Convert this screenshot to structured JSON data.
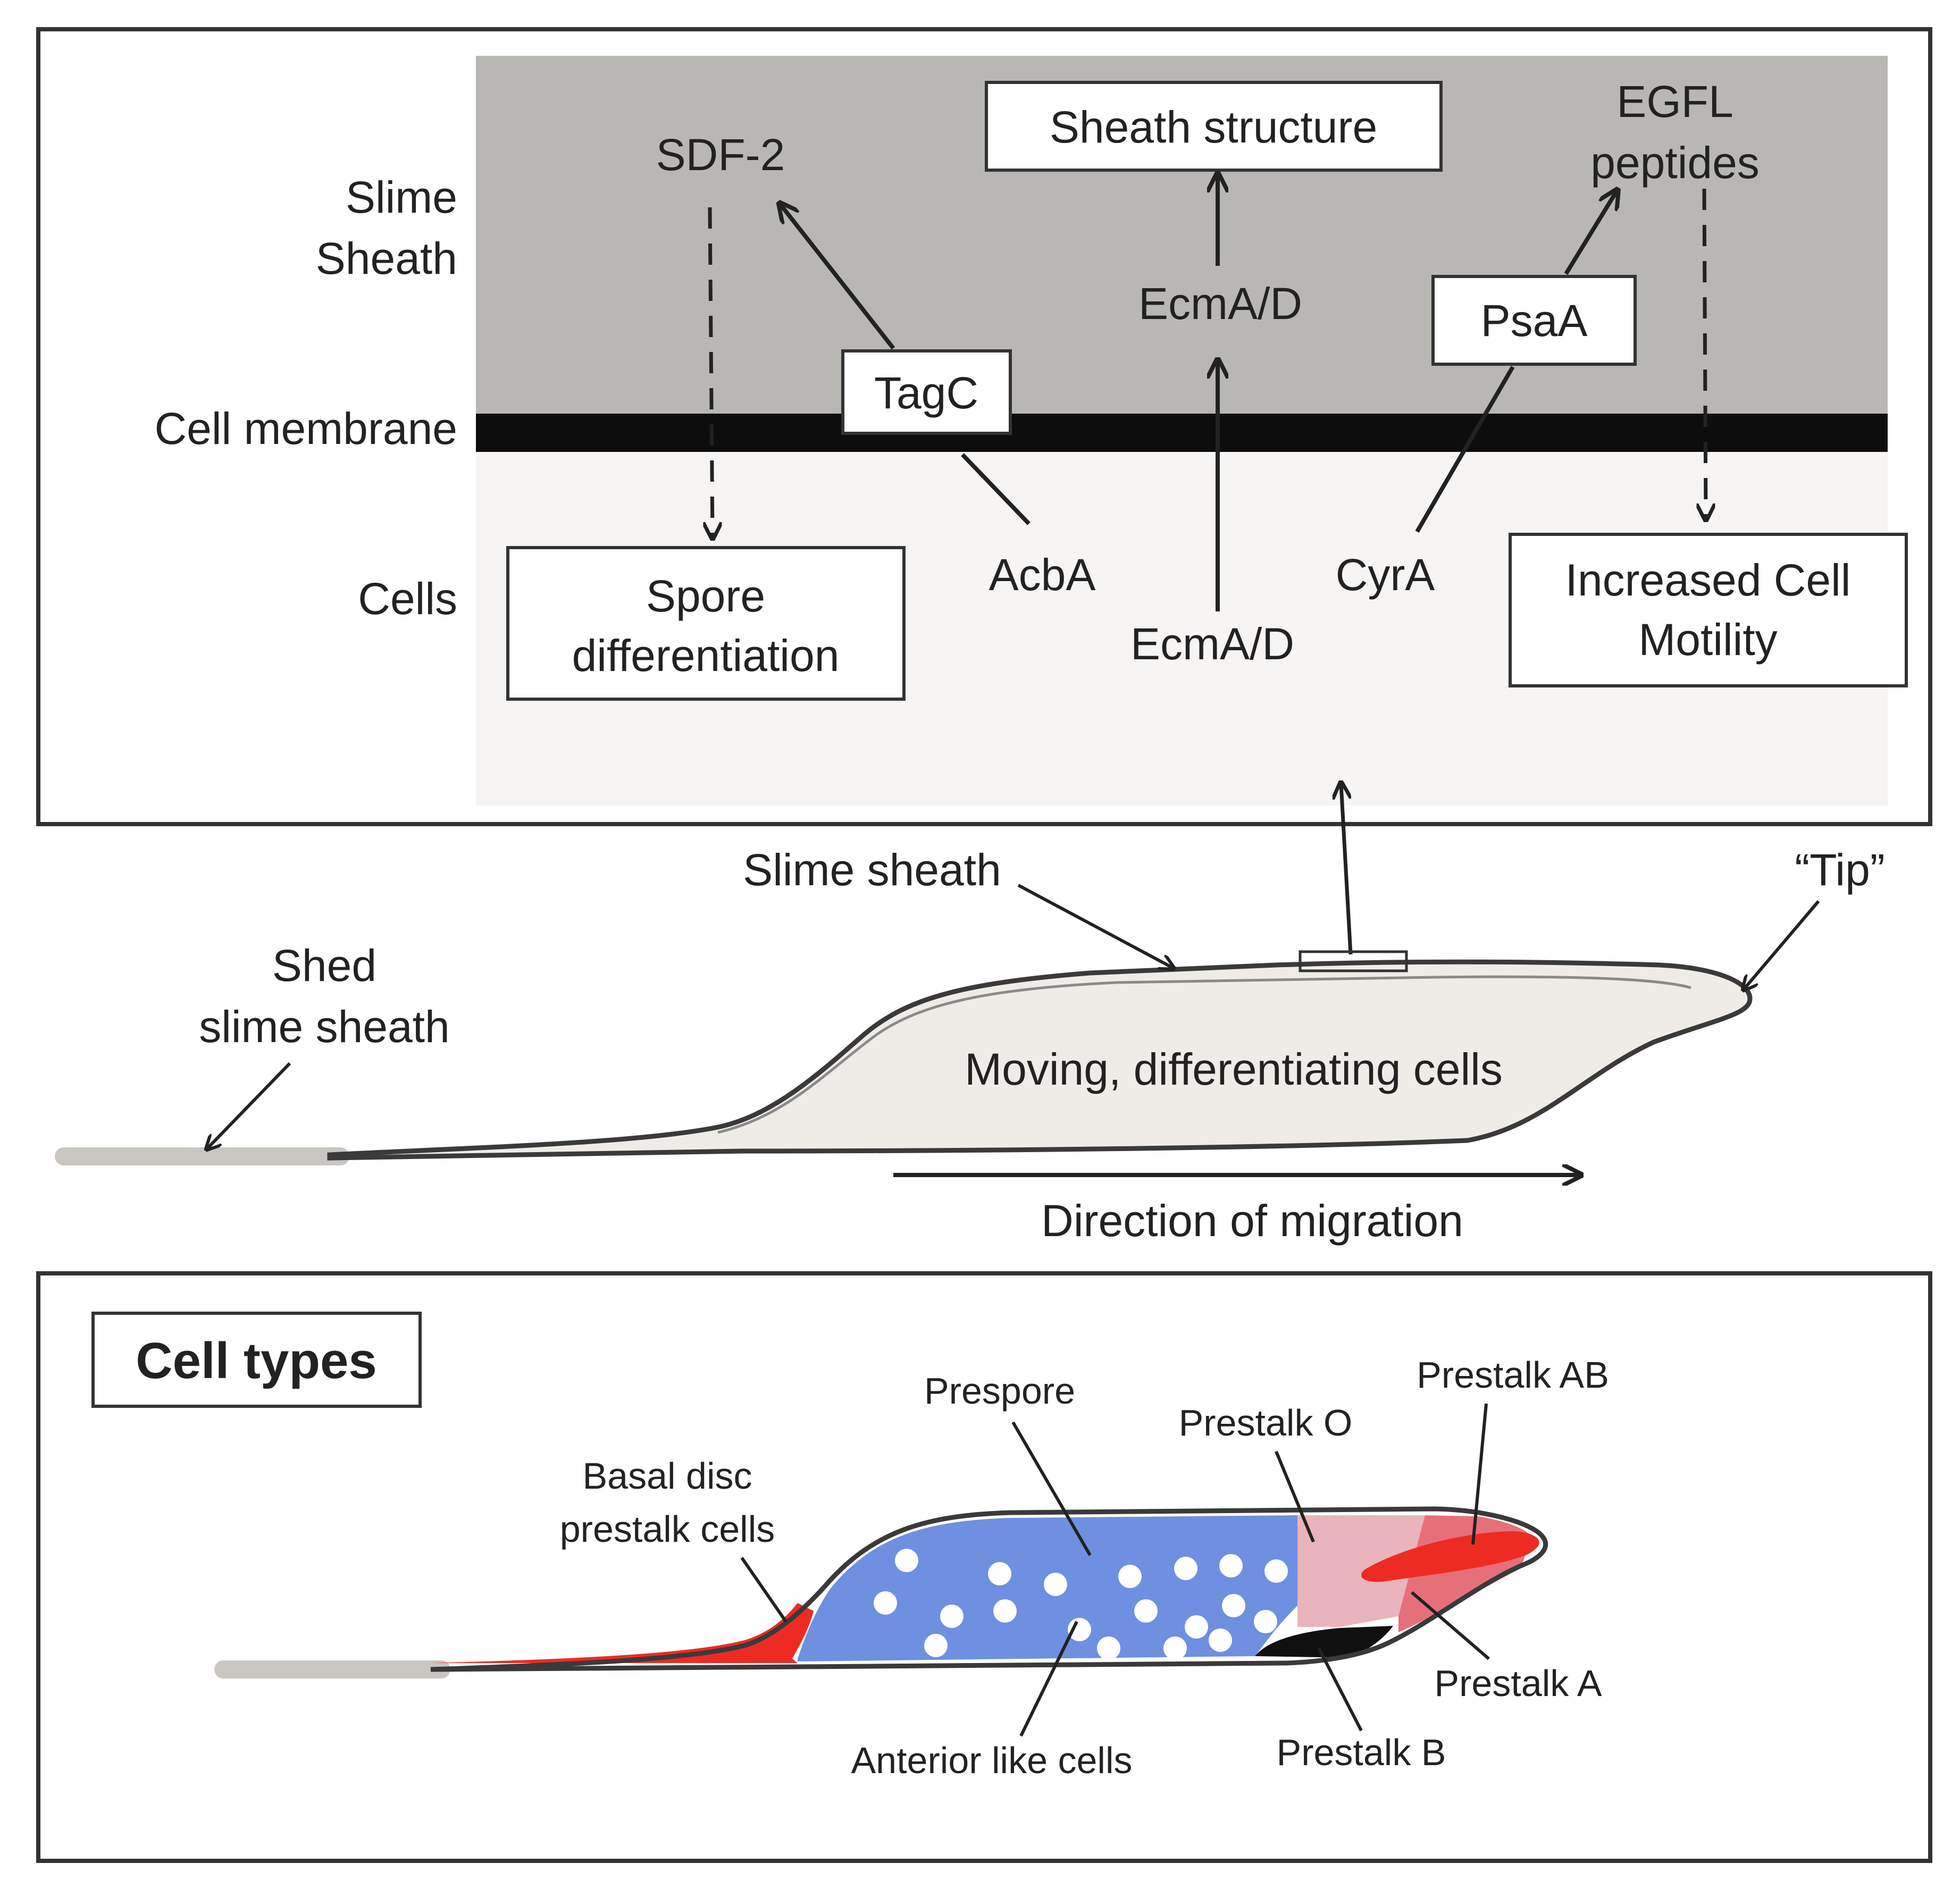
{
  "colors": {
    "sheath_bg": "#b9b7b3",
    "cells_bg": "#f7f5f4",
    "membrane": "#0d0d0d",
    "slug_fill": "#efece8",
    "prespore": "#6f8fe0",
    "prestalk_red": "#ee2b22",
    "prestalk_o": "#e9b4bb",
    "prestalk_b": "#101010",
    "shed_sheath": "#c9c6c2"
  },
  "top_panel": {
    "layers": {
      "slime_sheath": [
        "Slime",
        "Sheath"
      ],
      "cell_membrane": "Cell membrane",
      "cells": "Cells"
    },
    "sdf2": "SDF-2",
    "sheath_structure": "Sheath structure",
    "egfl": [
      "EGFL",
      "peptides"
    ],
    "ecma_d_sheath": "EcmA/D",
    "tagc": "TagC",
    "psaa": "PsaA",
    "acba": "AcbA",
    "cyra": "CyrA",
    "ecma_d_cells": "EcmA/D",
    "spore_differentiation": [
      "Spore",
      "differentiation"
    ],
    "increased_motility": [
      "Increased Cell",
      "Motility"
    ]
  },
  "middle": {
    "slime_sheath": "Slime sheath",
    "tip": "“Tip”",
    "shed_sheath": [
      "Shed",
      "slime sheath"
    ],
    "slug_label": "Moving, differentiating cells",
    "direction": "Direction of migration"
  },
  "bottom_panel": {
    "title": "Cell types",
    "prespore": "Prespore",
    "prestalk_o": "Prestalk O",
    "prestalk_ab": "Prestalk AB",
    "basal_disc": [
      "Basal disc",
      "prestalk cells"
    ],
    "prestalk_a": "Prestalk A",
    "prestalk_b": "Prestalk B",
    "anterior_like": "Anterior like cells"
  }
}
